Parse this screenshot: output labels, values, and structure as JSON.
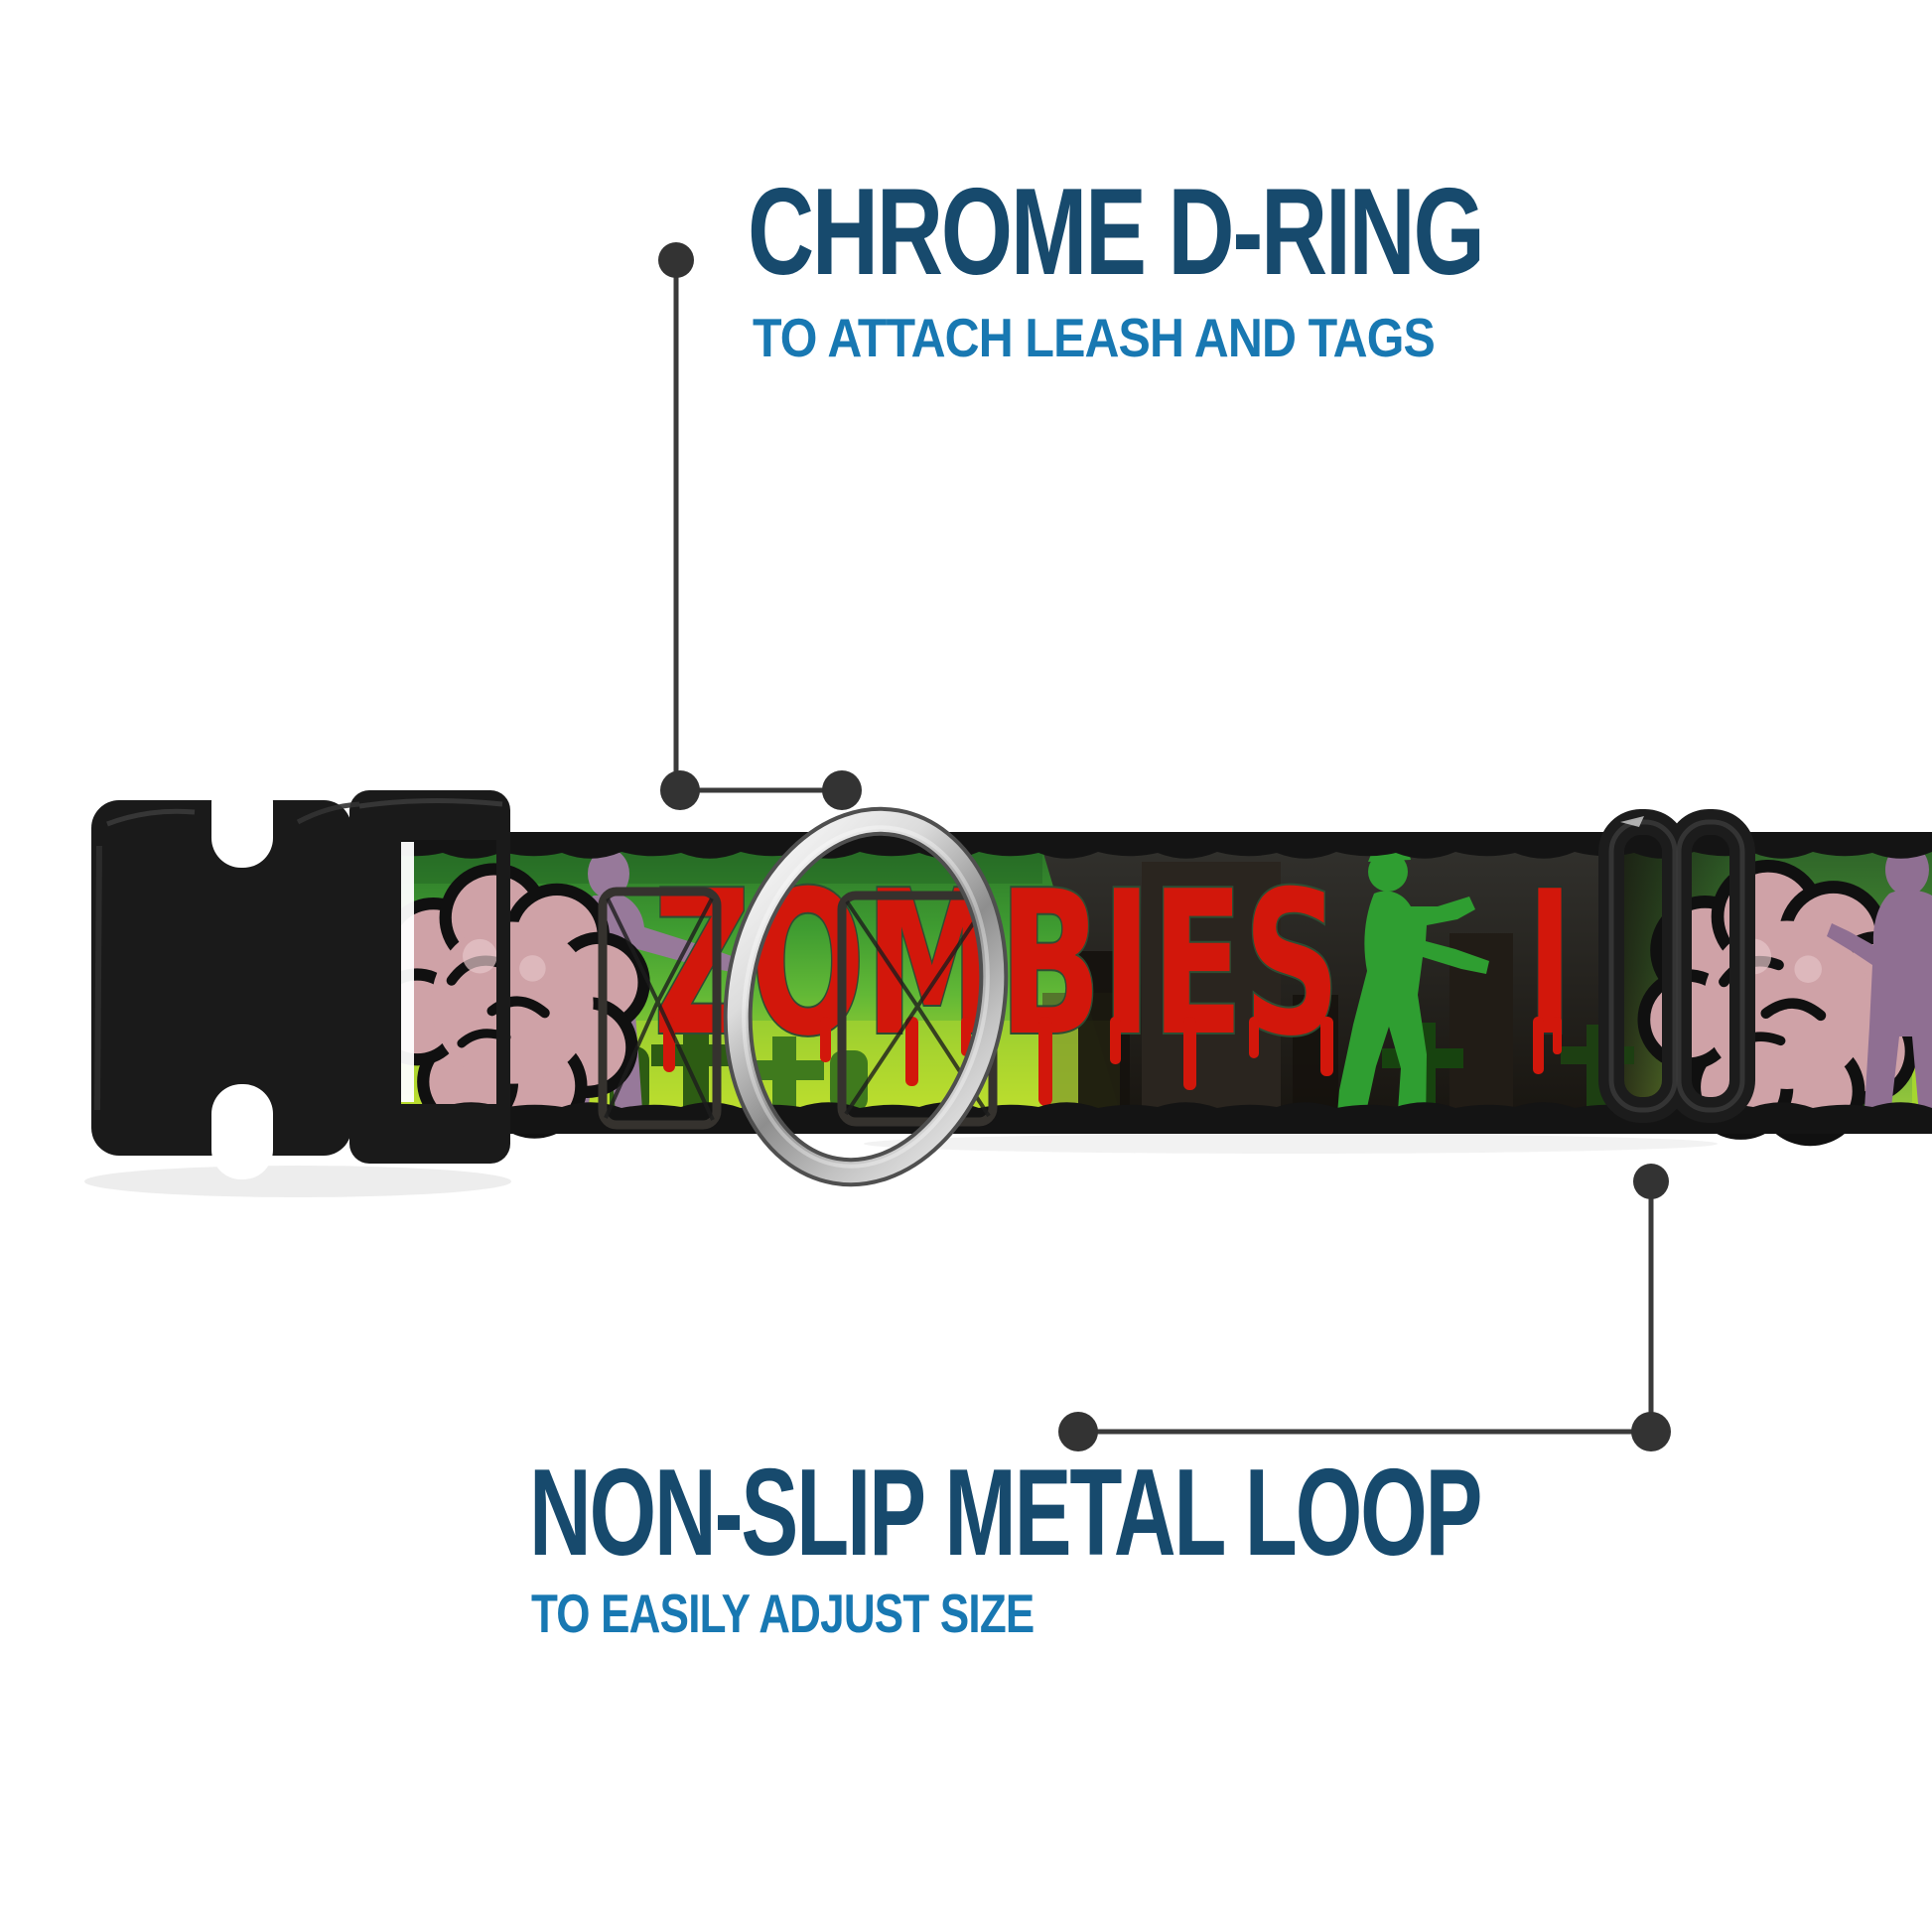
{
  "product_annotations": {
    "top": {
      "title": "CHROME D-RING",
      "subtitle": "TO ATTACH LEASH AND TAGS"
    },
    "bottom": {
      "title": "NON-SLIP METAL LOOP",
      "subtitle": "TO EASILY ADJUST SIZE"
    }
  },
  "collar_print": {
    "text_main": "ZOMBIES",
    "text_fragment": "I"
  },
  "icons": {
    "d_ring": "chrome-d-ring",
    "slider": "black-metal-adjuster-loop",
    "buckle": "black-side-release-buckle",
    "brain": "pink-brain-graphic",
    "zombie_purple": "purple-zombie-silhouette",
    "zombie_green": "green-zombie-silhouette",
    "graves": "graveyard-cross-silhouettes"
  },
  "colors": {
    "background": "#ffffff",
    "heading": "#174a6d",
    "subheading": "#1878b2",
    "callout": "#3a3a3a",
    "print_red": "#d2170b",
    "green_bright": "#7cc132",
    "green_dark": "#2c7629",
    "brain_pink": "#cfa2a7",
    "zombie_purple": "#97799a",
    "zombie_green": "#2f9e31",
    "hardware_black": "#1a1a1a",
    "chrome_light": "#f5f5f5",
    "chrome_dark": "#8e8e8e"
  }
}
